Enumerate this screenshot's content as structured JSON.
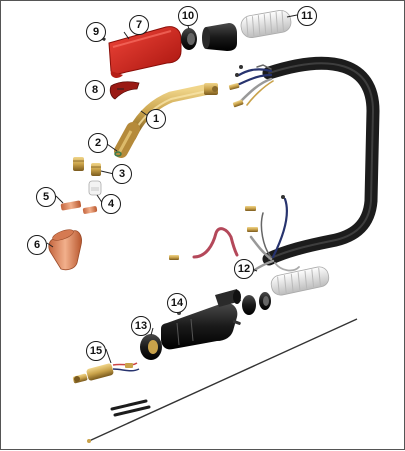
{
  "diagram": {
    "callouts": [
      {
        "id": "c1",
        "label": "1"
      },
      {
        "id": "c2",
        "label": "2"
      },
      {
        "id": "c3",
        "label": "3"
      },
      {
        "id": "c4",
        "label": "4"
      },
      {
        "id": "c5",
        "label": "5"
      },
      {
        "id": "c6",
        "label": "6"
      },
      {
        "id": "c7",
        "label": "7"
      },
      {
        "id": "c8",
        "label": "8"
      },
      {
        "id": "c9",
        "label": "9"
      },
      {
        "id": "c10",
        "label": "10"
      },
      {
        "id": "c11",
        "label": "11"
      },
      {
        "id": "c12",
        "label": "12"
      },
      {
        "id": "c13",
        "label": "13"
      },
      {
        "id": "c14",
        "label": "14"
      },
      {
        "id": "c15",
        "label": "15"
      }
    ],
    "colors": {
      "handle_red": "#d8261c",
      "brass": "#c9a24a",
      "copper": "#e0916a",
      "cable_black": "#1c1c1c",
      "spring_white": "#e6e6e6",
      "liner_red": "#b4485a",
      "wire_blue": "#27336e"
    }
  }
}
